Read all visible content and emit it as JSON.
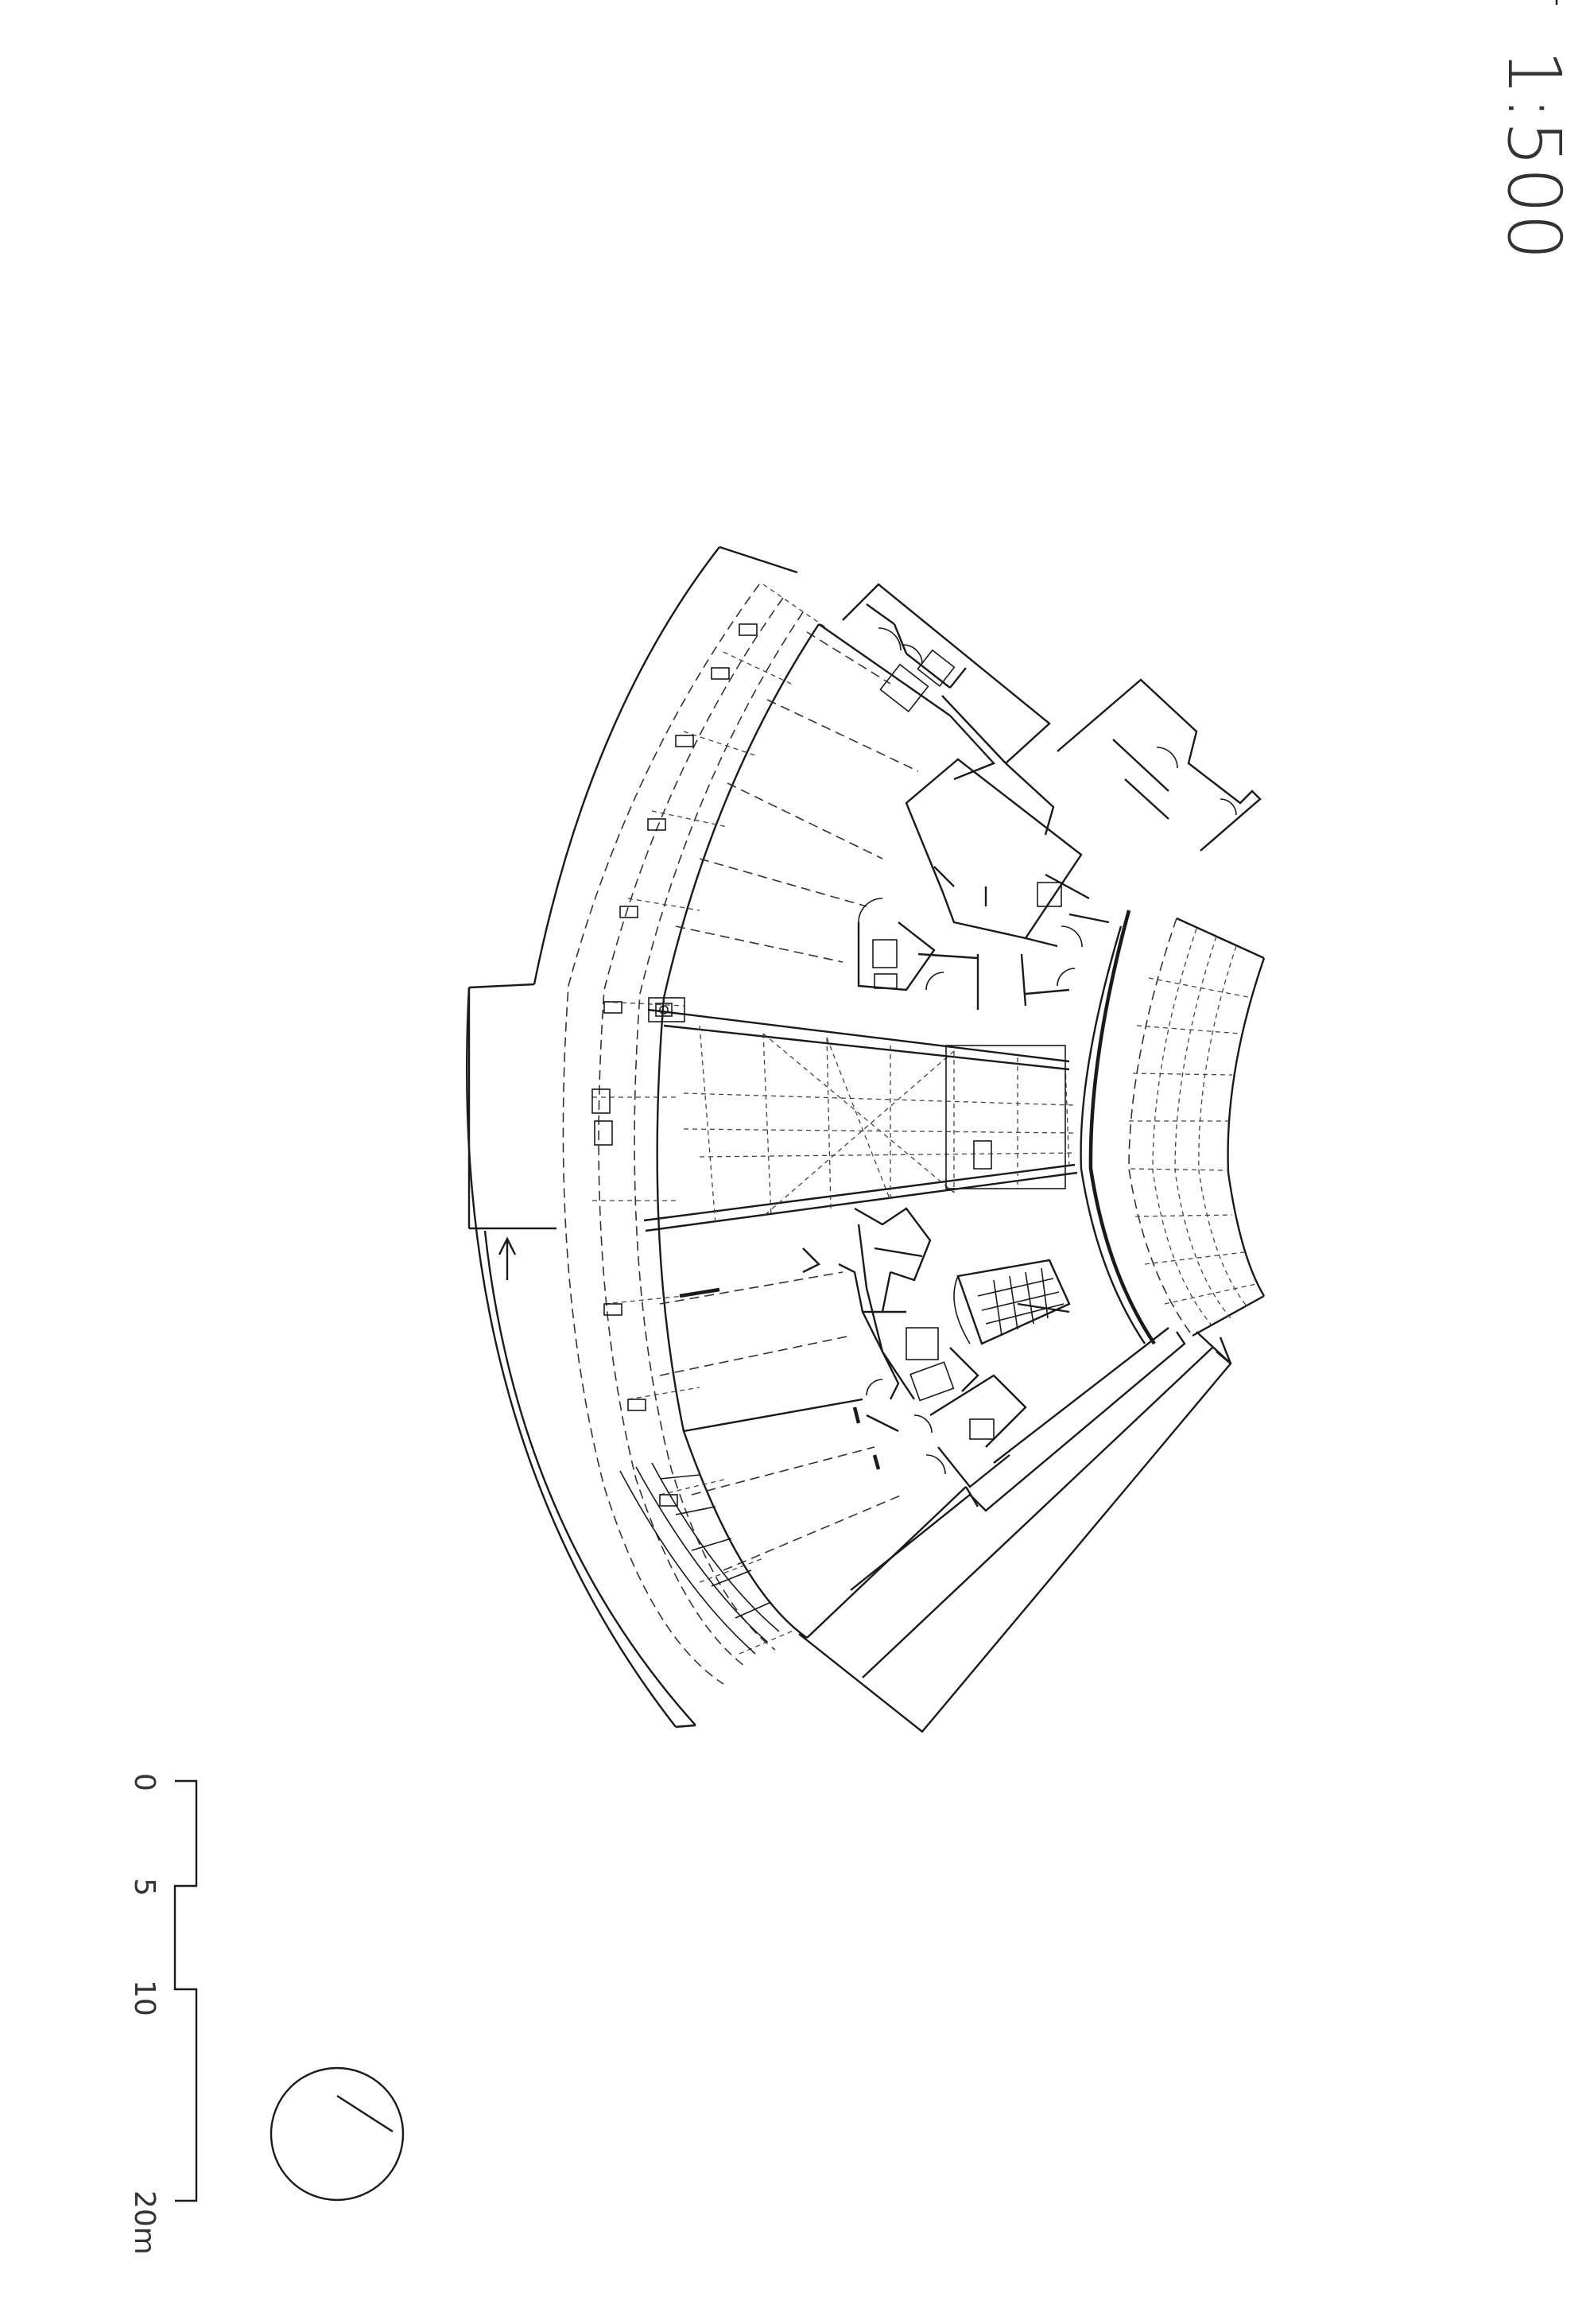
{
  "scale_label": "1:500",
  "scale_bar": {
    "ticks": [
      "0",
      "5",
      "10",
      "20m"
    ]
  },
  "colors": {
    "line": "#1a1a1a",
    "background": "#ffffff"
  },
  "icons": {
    "north_arrow": "north-arrow-circle-icon"
  }
}
